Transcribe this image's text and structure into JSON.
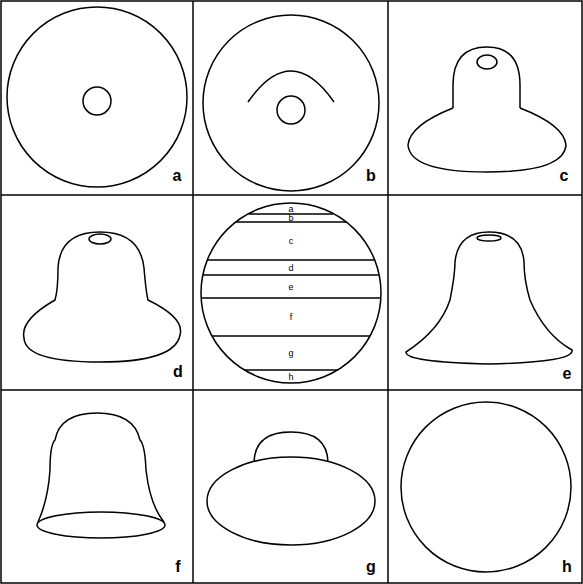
{
  "diagram": {
    "labels": [
      "a",
      "b",
      "c",
      "d",
      "a",
      "b",
      "c",
      "d",
      "e",
      "f",
      "g",
      "h",
      "e",
      "f",
      "g",
      "h"
    ]
  }
}
